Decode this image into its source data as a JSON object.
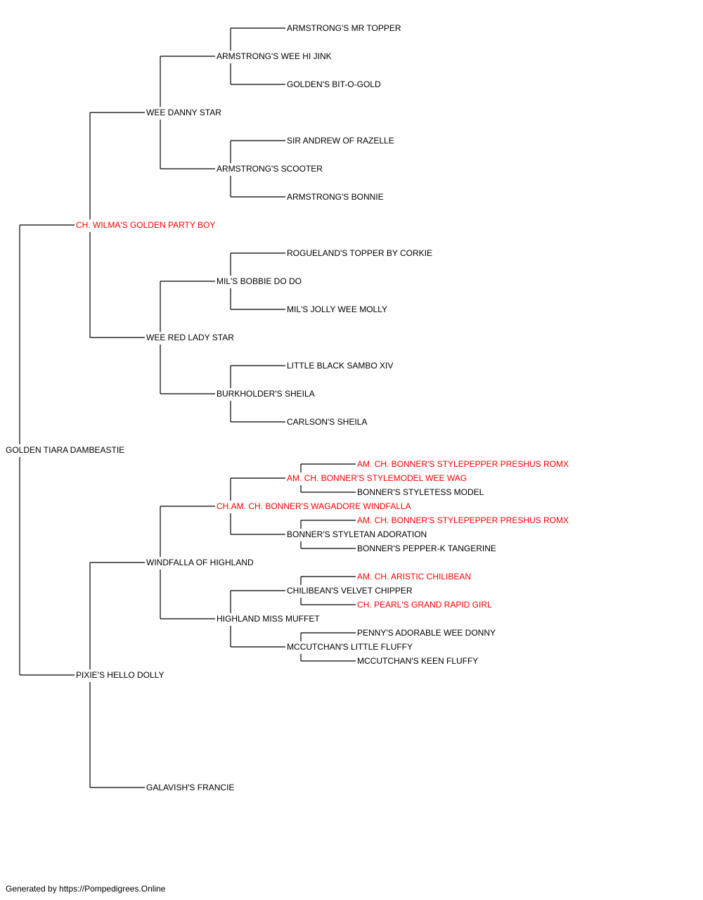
{
  "colors": {
    "normal": "#000000",
    "champion": "#ff0000",
    "line": "#000000"
  },
  "pedigree": {
    "name": "GOLDEN TIARA DAMBEASTIE",
    "champion": false,
    "sire": {
      "name": "CH. WILMA'S GOLDEN PARTY BOY",
      "champion": true,
      "sire": {
        "name": "WEE DANNY STAR",
        "champion": false,
        "sire": {
          "name": "ARMSTRONG'S WEE HI JINK",
          "champion": false,
          "sire": {
            "name": "ARMSTRONG'S MR TOPPER",
            "champion": false
          },
          "dam": {
            "name": "GOLDEN'S BIT-O-GOLD",
            "champion": false
          }
        },
        "dam": {
          "name": "ARMSTRONG'S SCOOTER",
          "champion": false,
          "sire": {
            "name": "SIR ANDREW OF RAZELLE",
            "champion": false
          },
          "dam": {
            "name": "ARMSTRONG'S BONNIE",
            "champion": false
          }
        }
      },
      "dam": {
        "name": "WEE RED LADY STAR",
        "champion": false,
        "sire": {
          "name": "MIL'S BOBBIE DO DO",
          "champion": false,
          "sire": {
            "name": "ROGUELAND'S TOPPER BY CORKIE",
            "champion": false
          },
          "dam": {
            "name": "MIL'S JOLLY WEE MOLLY",
            "champion": false
          }
        },
        "dam": {
          "name": "BURKHOLDER'S SHEILA",
          "champion": false,
          "sire": {
            "name": "LITTLE BLACK SAMBO XIV",
            "champion": false
          },
          "dam": {
            "name": "CARLSON'S SHEILA",
            "champion": false
          }
        }
      }
    },
    "dam": {
      "name": "PIXIE'S HELLO DOLLY",
      "champion": false,
      "sire": {
        "name": "WINDFALLA OF HIGHLAND",
        "champion": false,
        "sire": {
          "name": "CH.AM. CH. BONNER'S WAGADORE WINDFALLA",
          "champion": true,
          "sire": {
            "name": "AM. CH. BONNER'S STYLEMODEL WEE WAG",
            "champion": true,
            "sire": {
              "name": "AM. CH. BONNER'S STYLEPEPPER PRESHUS ROMX",
              "champion": true
            },
            "dam": {
              "name": "BONNER'S STYLETESS MODEL",
              "champion": false
            }
          },
          "dam": {
            "name": "BONNER'S STYLETAN ADORATION",
            "champion": false,
            "sire": {
              "name": "AM. CH. BONNER'S STYLEPEPPER PRESHUS ROMX",
              "champion": true
            },
            "dam": {
              "name": "BONNER'S PEPPER-K TANGERINE",
              "champion": false
            }
          }
        },
        "dam": {
          "name": "HIGHLAND MISS MUFFET",
          "champion": false,
          "sire": {
            "name": "CHILIBEAN'S VELVET CHIPPER",
            "champion": false,
            "sire": {
              "name": "AM. CH. ARISTIC CHILIBEAN",
              "champion": true
            },
            "dam": {
              "name": "CH. PEARL'S GRAND RAPID GIRL",
              "champion": true
            }
          },
          "dam": {
            "name": "MCCUTCHAN'S LITTLE FLUFFY",
            "champion": false,
            "sire": {
              "name": "PENNY'S ADORABLE WEE DONNY",
              "champion": false
            },
            "dam": {
              "name": "MCCUTCHAN'S KEEN FLUFFY",
              "champion": false
            }
          }
        }
      },
      "dam": {
        "name": "GALAVISH'S FRANCIE",
        "champion": false
      }
    }
  },
  "footer": {
    "text": "Generated by https://Pompedigrees.Online"
  }
}
